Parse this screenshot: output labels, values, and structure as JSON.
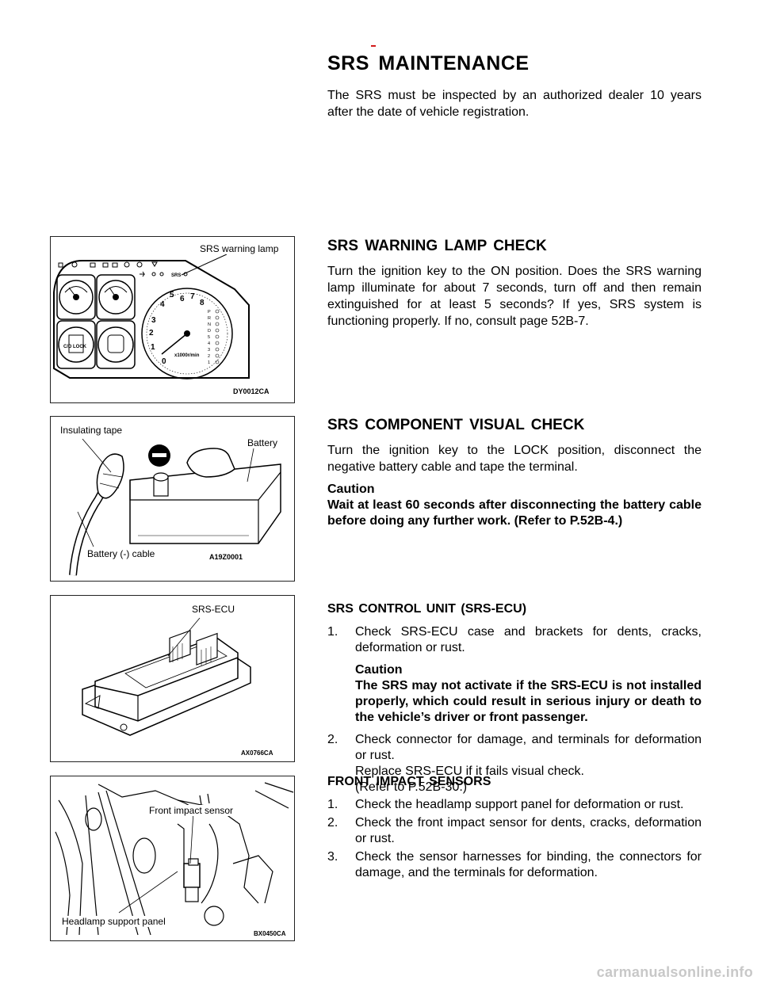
{
  "main_title": "SRS  MAINTENANCE",
  "intro": "The SRS must be inspected by an authorized dealer 10 years after the date of vehicle registration.",
  "warning_lamp": {
    "heading": "SRS WARNING LAMP CHECK",
    "text": "Turn the ignition key to the ON position. Does the SRS warning lamp illuminate for about 7 seconds, turn off and then remain extinguished for at least 5 seconds? If yes, SRS system is functioning properly. If no, consult page 52B-7.",
    "fig_label": "SRS warning lamp",
    "fig_code": "DY0012CA",
    "gauge_numbers": [
      "0",
      "1",
      "2",
      "3",
      "4",
      "5",
      "6",
      "7",
      "8"
    ],
    "gauge_unit": "x1000r/min",
    "lock_label": "C/D LOCK"
  },
  "visual_check": {
    "heading": "SRS  COMPONENT  VISUAL  CHECK",
    "text": "Turn the ignition key to the LOCK position, disconnect the negative battery cable and tape the terminal.",
    "caution_title": "Caution",
    "caution_text": "Wait at least 60 seconds after disconnecting the battery cable before doing any further work. (Refer to P.52B-4.)",
    "fig_labels": {
      "tape": "Insulating tape",
      "battery": "Battery",
      "cable": "Battery (-) cable"
    },
    "fig_code": "A19Z0001"
  },
  "ecu": {
    "heading": "SRS  CONTROL  UNIT  (SRS-ECU)",
    "item1_num": "1.",
    "item1_text": "Check SRS-ECU case and brackets for dents, cracks, deformation or rust.",
    "caution_title": "Caution",
    "caution_text": "The SRS may not activate if the SRS-ECU is not installed properly, which could result in serious injury or death to the vehicle’s driver or front passenger.",
    "item2_num": "2.",
    "item2_text": "Check connector for damage, and terminals for deformation or rust.",
    "item2_extra1": "Replace SRS-ECU if it fails visual check.",
    "item2_extra2": "(Refer to P.52B-30.)",
    "fig_label": "SRS-ECU",
    "fig_code": "AX0766CA"
  },
  "impact": {
    "heading": "FRONT  IMPACT  SENSORS",
    "item1_num": "1.",
    "item1_text": "Check the headlamp support panel for deformation or rust.",
    "item2_num": "2.",
    "item2_text": "Check the front impact sensor for dents, cracks, deformation or rust.",
    "item3_num": "3.",
    "item3_text": "Check the sensor harnesses for binding, the connectors for damage, and the terminals for deformation.",
    "fig_labels": {
      "sensor": "Front impact sensor",
      "panel": "Headlamp support panel"
    },
    "fig_code": "BX0450CA"
  },
  "watermark": "carmanualsonline.info"
}
